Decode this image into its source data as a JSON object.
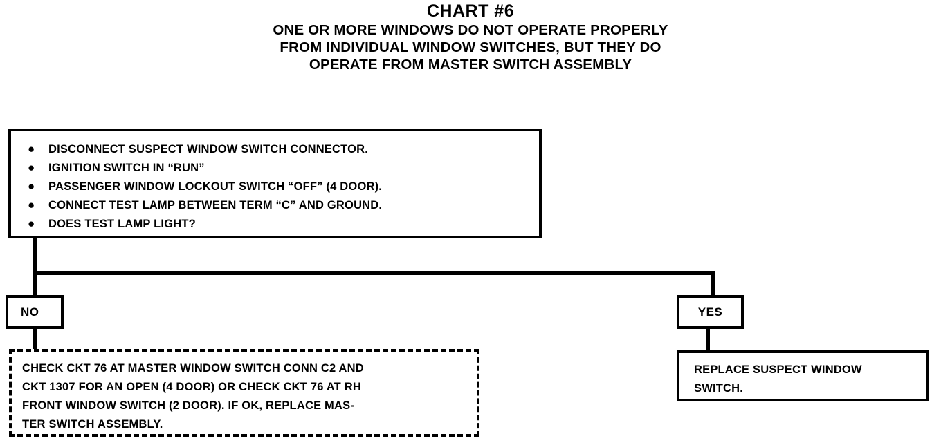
{
  "chart_data": {
    "type": "diagram",
    "title": "CHART #6",
    "subtitle_lines": [
      "ONE OR MORE WINDOWS DO NOT OPERATE PROPERLY",
      "FROM INDIVIDUAL WINDOW SWITCHES, BUT THEY DO",
      "OPERATE FROM MASTER SWITCH ASSEMBLY"
    ]
  },
  "title": {
    "main": "CHART #6",
    "sub_line_1": "ONE OR MORE WINDOWS DO NOT OPERATE PROPERLY",
    "sub_line_2": "FROM INDIVIDUAL WINDOW SWITCHES, BUT THEY DO",
    "sub_line_3": "OPERATE FROM MASTER SWITCH ASSEMBLY"
  },
  "decision": {
    "bullet_marker": "●",
    "items": [
      "DISCONNECT SUSPECT WINDOW SWITCH CONNECTOR.",
      "IGNITION SWITCH IN “RUN”",
      "PASSENGER WINDOW LOCKOUT SWITCH “OFF” (4 DOOR).",
      "CONNECT TEST LAMP BETWEEN TERM “C” AND GROUND.",
      "DOES TEST LAMP LIGHT?"
    ]
  },
  "branches": {
    "no_label": "NO",
    "yes_label": "YES"
  },
  "action_no": {
    "lines": [
      "CHECK CKT 76 AT MASTER WINDOW SWITCH CONN C2 AND",
      "CKT 1307 FOR AN OPEN (4 DOOR) OR CHECK CKT 76 AT RH",
      "FRONT WINDOW SWITCH (2 DOOR).  IF OK, REPLACE MAS-",
      "TER SWITCH ASSEMBLY."
    ]
  },
  "action_yes": {
    "lines": [
      "REPLACE SUSPECT WINDOW",
      "SWITCH."
    ]
  },
  "colors": {
    "ink": "#000000",
    "paper": "#ffffff"
  }
}
